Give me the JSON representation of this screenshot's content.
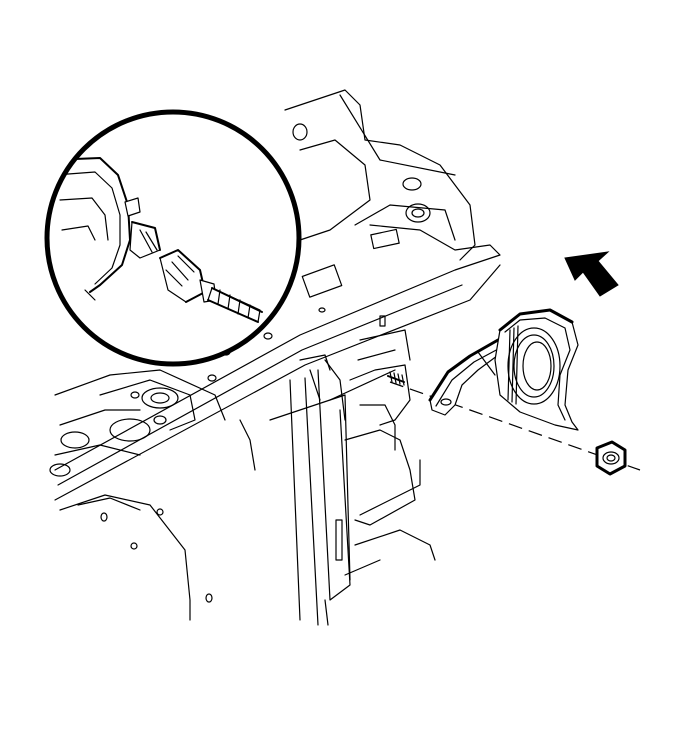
{
  "figure": {
    "description_visible_text": "",
    "colors": {
      "line": "#000000",
      "background": "#ffffff"
    },
    "parts": [
      {
        "name": "front-end-structure"
      },
      {
        "name": "horn-assembly"
      },
      {
        "name": "horn-mounting-bracket"
      },
      {
        "name": "retaining-nut"
      },
      {
        "name": "mounting-stud"
      },
      {
        "name": "electrical-connector-detail-view"
      },
      {
        "name": "front-direction-arrow-icon"
      }
    ]
  }
}
